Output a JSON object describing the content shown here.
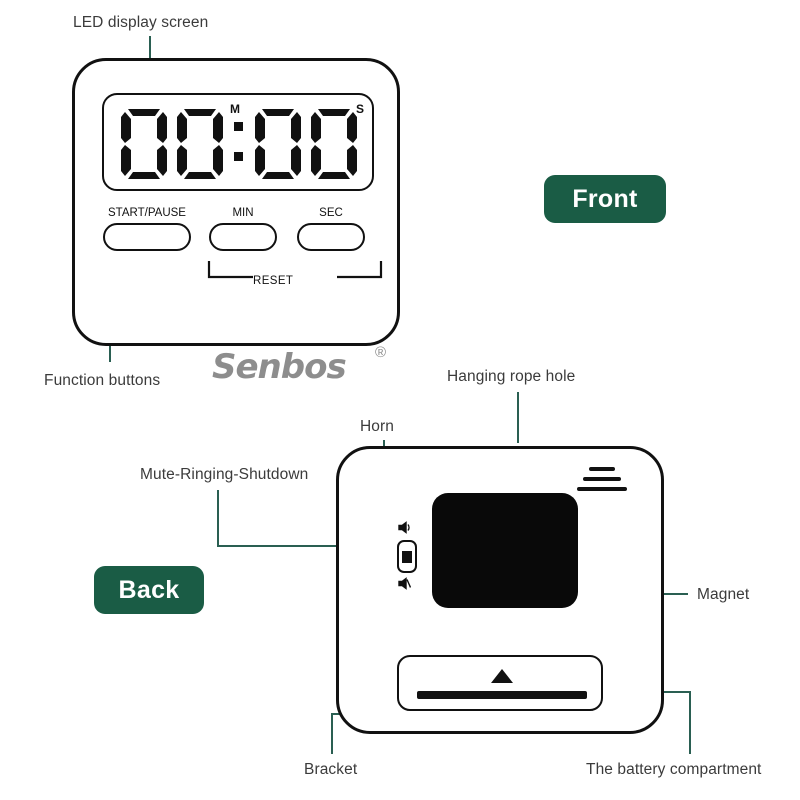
{
  "page": {
    "title": "Senbos kitchen timer front and back callout diagram",
    "background": "#ffffff",
    "accent_green": "#1a5c45",
    "leader_line_color": "#2a5f52",
    "outline_color": "#111111",
    "brand_gray": "#8d8d8d"
  },
  "badges": {
    "front": "Front",
    "back": "Back"
  },
  "labels": {
    "led_display": "LED display screen",
    "function_buttons": "Function buttons",
    "hanging_rope_hole": "Hanging rope hole",
    "horn": "Horn",
    "mute_ringing_shutdown": "Mute-Ringing-Shutdown",
    "magnet": "Magnet",
    "bracket": "Bracket",
    "battery_compartment": "The battery compartment"
  },
  "front_device": {
    "display": {
      "value": "00:00",
      "digits": [
        "0",
        "0",
        "0",
        "0"
      ],
      "minutes_unit": "M",
      "seconds_unit": "S",
      "separator": ":"
    },
    "buttons": [
      {
        "label": "START/PAUSE",
        "name": "start-pause"
      },
      {
        "label": "MIN",
        "name": "min"
      },
      {
        "label": "SEC",
        "name": "sec"
      }
    ],
    "reset_label": "RESET",
    "brand": "Senbos",
    "brand_mark": "®"
  },
  "back_device": {
    "magnet_label": "magnet-pad",
    "switch": {
      "icon_top": "speaker-on-icon",
      "icon_bottom": "speaker-muted-icon",
      "icon_top_glyph": "◁)",
      "icon_bottom_glyph": "◁̸"
    },
    "horn_lines": 3,
    "battery_door": {
      "arrow_glyph": "▲",
      "name": "battery-door"
    },
    "hanging_hole": "hanging-rope-hole"
  }
}
